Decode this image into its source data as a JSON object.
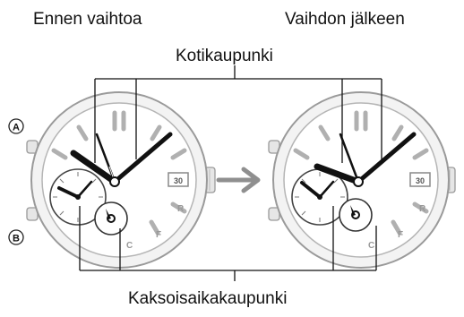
{
  "labels": {
    "before": "Ennen vaihtoa",
    "after": "Vaihdon jälkeen",
    "home_city": "Kotikaupunki",
    "dual_time_city": "Kaksoisaikakaupunki"
  },
  "watch_left": {
    "button_a": "A",
    "button_b": "B",
    "date_window": "30",
    "dial_marks": [
      "R",
      "F",
      "C"
    ]
  },
  "watch_right": {
    "date_window": "30",
    "dial_marks": [
      "R",
      "F",
      "C"
    ]
  },
  "arrow": "right-arrow",
  "colors": {
    "ink": "#111111",
    "bezel": "#9a9a9a",
    "arrow": "#8f8f8f"
  }
}
